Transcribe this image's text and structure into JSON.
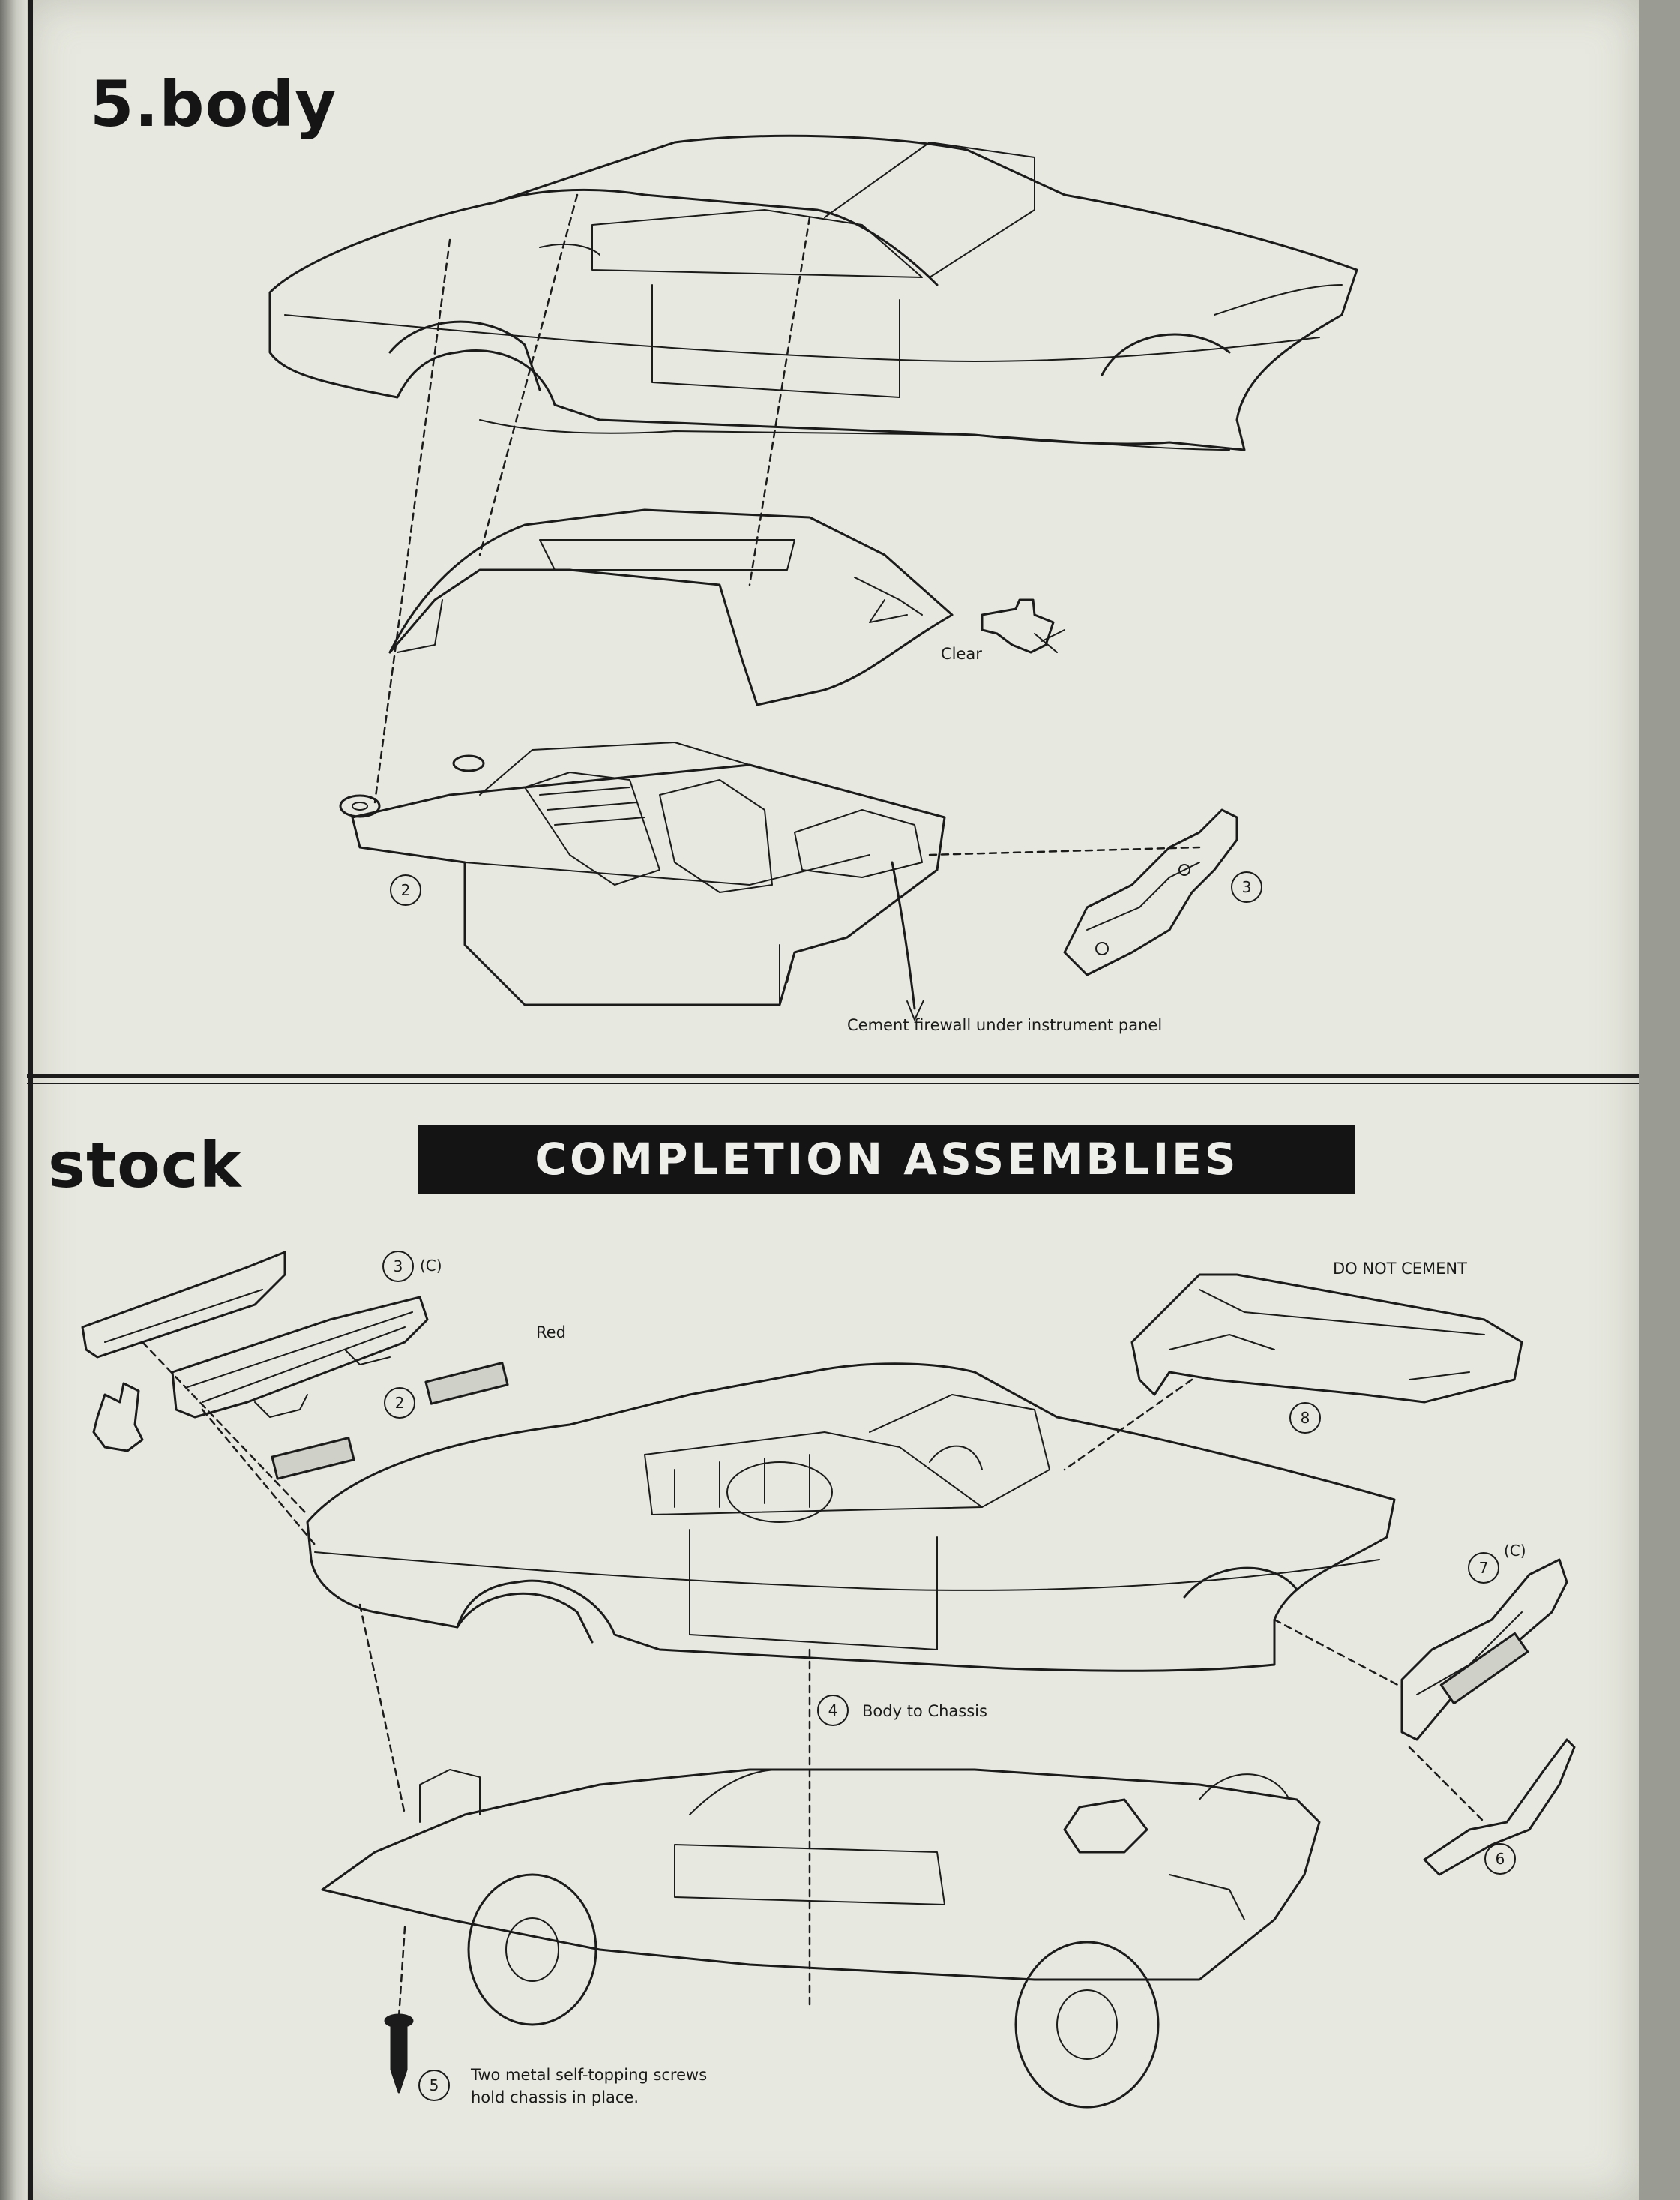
{
  "section_body": {
    "title": "5.body",
    "labels": {
      "clear": "Clear",
      "cement_firewall": "Cement firewall under instrument panel"
    },
    "parts": [
      "2",
      "3"
    ]
  },
  "section_completion": {
    "title": "stock",
    "banner": "COMPLETION ASSEMBLIES",
    "labels": {
      "do_not_cement": "DO NOT CEMENT",
      "red": "Red",
      "body_to_chassis": "Body to Chassis",
      "screws_line1": "Two metal self-topping screws",
      "screws_line2": "hold chassis in place."
    },
    "parts": {
      "p3": "3",
      "p3_tag": "(C)",
      "p2": "2",
      "p8": "8",
      "p7": "7",
      "p7_tag": "(C)",
      "p4": "4",
      "p6": "6",
      "p5": "5"
    }
  }
}
